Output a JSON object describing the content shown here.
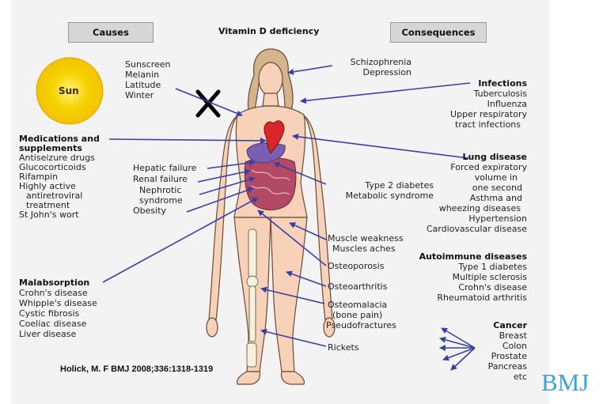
{
  "header": {
    "causes": "Causes",
    "title": "Vitamin D deficiency",
    "consequences": "Consequences"
  },
  "sun": {
    "label": "Sun",
    "color": "#f5d300"
  },
  "causes": {
    "blocking": [
      "Sunscreen",
      "Melanin",
      "Latitude",
      "Winter"
    ],
    "medications_title": [
      "Medications and",
      "supplements"
    ],
    "medications": [
      "Antiseizure drugs",
      "Glucocorticoids",
      "Rifampin",
      "Highly active",
      "antiretroviral",
      "treatment",
      "St John's wort"
    ],
    "organ_causes": [
      "Hepatic failure",
      "Renal failure",
      "Nephrotic",
      "syndrome",
      "Obesity"
    ],
    "malabsorption_title": "Malabsorption",
    "malabsorption": [
      "Crohn's disease",
      "Whipple's disease",
      "Cystic fibrosis",
      "Coeliac disease",
      "Liver disease"
    ]
  },
  "consequences": {
    "psychiatric": [
      "Schizophrenia",
      "Depression"
    ],
    "infections_title": "Infections",
    "infections": [
      "Tuberculosis",
      "Influenza",
      "Upper respiratory",
      "tract infections"
    ],
    "lung_title": "Lung disease",
    "lung": [
      "Forced expiratory",
      "volume in",
      "one second",
      "Asthma and",
      "wheezing diseases",
      "Hypertension",
      "Cardiovascular disease"
    ],
    "metabolic": [
      "Type 2 diabetes",
      "Metabolic syndrome"
    ],
    "muscle": [
      "Muscle weakness",
      "Muscles aches"
    ],
    "osteoporosis": "Osteoporosis",
    "osteoarthritis": "Osteoarthritis",
    "osteomalacia": [
      "Osteomalacia",
      "(bone pain)",
      "Pseudofractures"
    ],
    "rickets": "Rickets",
    "autoimmune_title": "Autoimmune diseases",
    "autoimmune": [
      "Type 1 diabetes",
      "Multiple sclerosis",
      "Crohn's disease",
      "Rheumatoid arthritis"
    ],
    "cancer_title": "Cancer",
    "cancer": [
      "Breast",
      "Colon",
      "Prostate",
      "Pancreas",
      "etc"
    ]
  },
  "citation": "Holick, M. F BMJ 2008;336:1318-1319",
  "brand": "BMJ",
  "colors": {
    "arrow": "#3a3fa8",
    "skin": "#f7d2b8",
    "skin_outline": "#6b4a3a",
    "heart": "#d8262a",
    "intestine": "#a0455e",
    "brand": "#3aa3d6",
    "cross": "#000000"
  }
}
